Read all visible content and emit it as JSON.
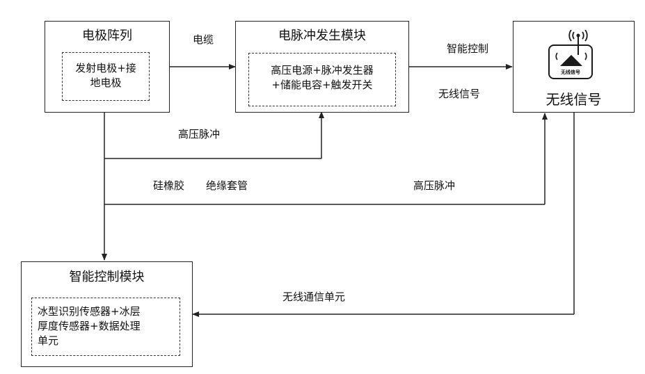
{
  "boxes": {
    "electrode_array": {
      "title": "电极阵列",
      "content": [
        "发射电极+接",
        "地电极"
      ]
    },
    "pulse_module": {
      "title": "电脉冲发生模块",
      "content": [
        "高压电源+脉冲发生器",
        "+储能电容+触发开关"
      ]
    },
    "wireless": {
      "title": "无线信号",
      "icon_label": "无线信号",
      "icon": "wifi-antenna-icon"
    },
    "control_module": {
      "title": "智能控制模块",
      "content": [
        "冰型识别传感器+冰层",
        "厚度传感器+数据处理",
        "单元"
      ]
    }
  },
  "labels": {
    "cable": "电缆",
    "smart_control": "智能控制",
    "wireless_signal": "无线信号",
    "hv_pulse_1": "高压脉冲",
    "silicone_rubber": "硅橡胶",
    "insulation_sleeve": "绝缘套管",
    "hv_pulse_2": "高压脉冲",
    "wireless_comm_unit": "无线通信单元"
  },
  "colors": {
    "line": "#222222",
    "background": "#ffffff",
    "icon_fill": "#1a1a1a"
  }
}
